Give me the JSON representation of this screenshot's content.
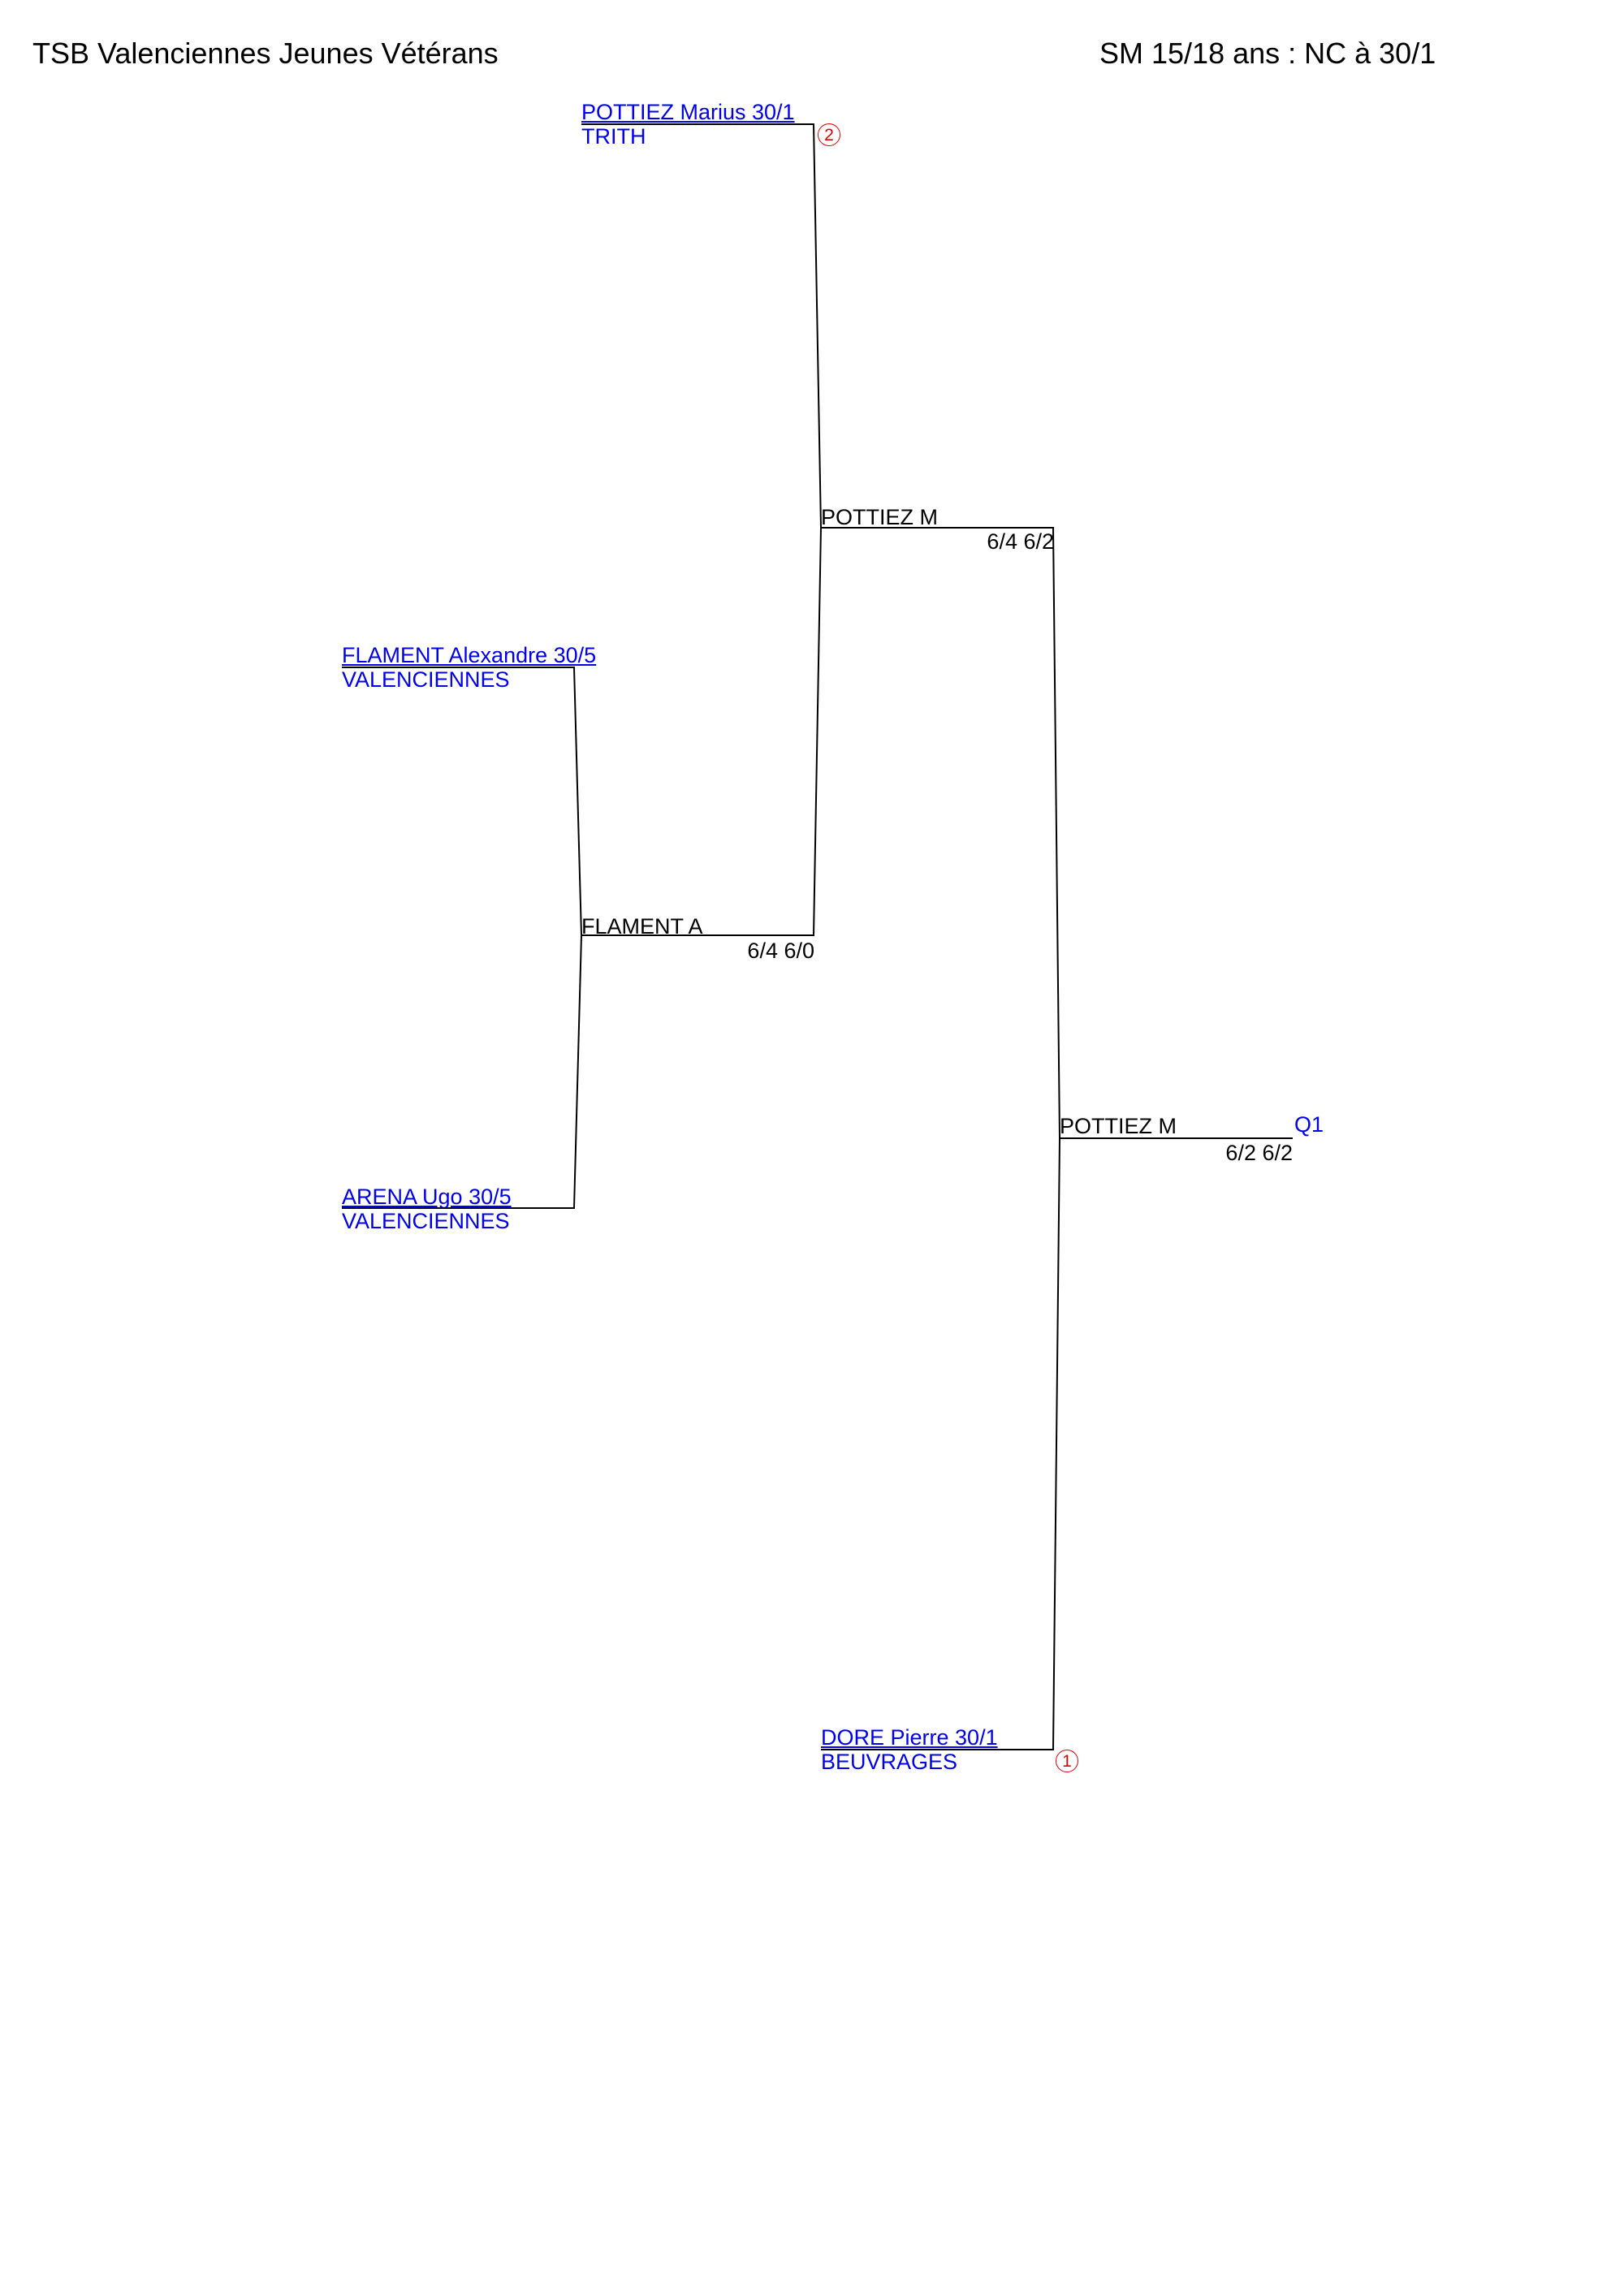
{
  "header": {
    "club": "TSB Valenciennes Jeunes Vétérans",
    "category": "SM 15/18 ans : NC à 30/1"
  },
  "entrants": [
    {
      "name": "POTTIEZ Marius 30/1",
      "club": "TRITH",
      "seed": "2"
    },
    {
      "name": "FLAMENT Alexandre 30/5",
      "club": "VALENCIENNES"
    },
    {
      "name": "ARENA Ugo 30/5",
      "club": "VALENCIENNES"
    },
    {
      "name": "DORE Pierre 30/1",
      "club": "BEUVRAGES",
      "seed": "1"
    }
  ],
  "matches": [
    {
      "winner": "FLAMENT A",
      "score": "6/4 6/0"
    },
    {
      "winner": "POTTIEZ M",
      "score": "6/4 6/2"
    },
    {
      "winner": "POTTIEZ M",
      "score": "6/2 6/2",
      "label": "Q1"
    }
  ],
  "colors": {
    "link": "#0000ee",
    "seed": "#e00000",
    "line": "#000000"
  }
}
